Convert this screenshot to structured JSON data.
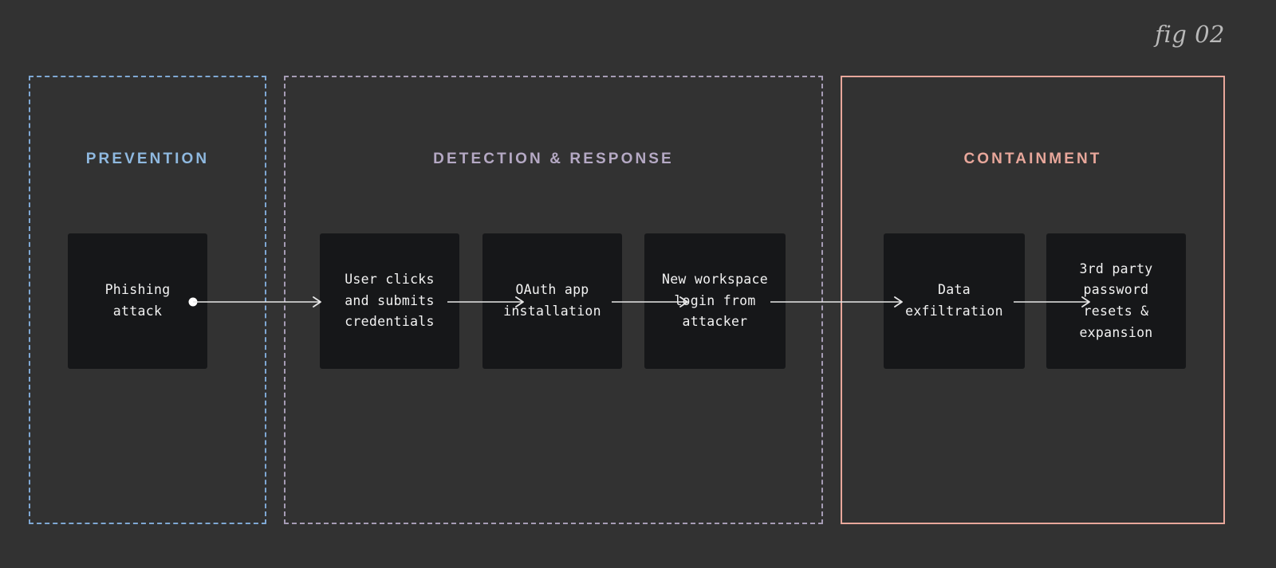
{
  "figure": {
    "caption": "fig 02",
    "background_color": "#323232"
  },
  "zones": [
    {
      "id": "prevention",
      "title": "PREVENTION",
      "color": "#8fb9e0",
      "border_color": "#7fa8d4",
      "border_style": "dashed"
    },
    {
      "id": "detection-response",
      "title": "DETECTION & RESPONSE",
      "color": "#b5a9c4",
      "border_color": "#a69cb5",
      "border_style": "dashed"
    },
    {
      "id": "containment",
      "title": "CONTAINMENT",
      "color": "#e8a79b",
      "border_color": "#e8a79b",
      "border_style": "solid"
    }
  ],
  "steps": [
    {
      "index": 1,
      "zone": "prevention",
      "label": "Phishing\nattack"
    },
    {
      "index": 2,
      "zone": "detection-response",
      "label": "User clicks\nand submits\ncredentials"
    },
    {
      "index": 3,
      "zone": "detection-response",
      "label": "OAuth app\ninstallation"
    },
    {
      "index": 4,
      "zone": "detection-response",
      "label": "New workspace\nlogin from\nattacker"
    },
    {
      "index": 5,
      "zone": "containment",
      "label": "Data\nexfiltration"
    },
    {
      "index": 6,
      "zone": "containment",
      "label": "3rd party\npassword\nresets &\nexpansion"
    }
  ],
  "connectors": [
    {
      "from": 1,
      "to": 2,
      "start_marker": "dot",
      "end_marker": "arrow"
    },
    {
      "from": 2,
      "to": 3,
      "start_marker": "none",
      "end_marker": "arrow"
    },
    {
      "from": 3,
      "to": 4,
      "start_marker": "none",
      "end_marker": "arrow"
    },
    {
      "from": 4,
      "to": 5,
      "start_marker": "none",
      "end_marker": "arrow"
    },
    {
      "from": 5,
      "to": 6,
      "start_marker": "none",
      "end_marker": "arrow"
    }
  ],
  "colors": {
    "box_fill": "#161719",
    "text": "#f2f2f2",
    "connector": "#e8e8e8",
    "caption": "#b9b9b9"
  }
}
